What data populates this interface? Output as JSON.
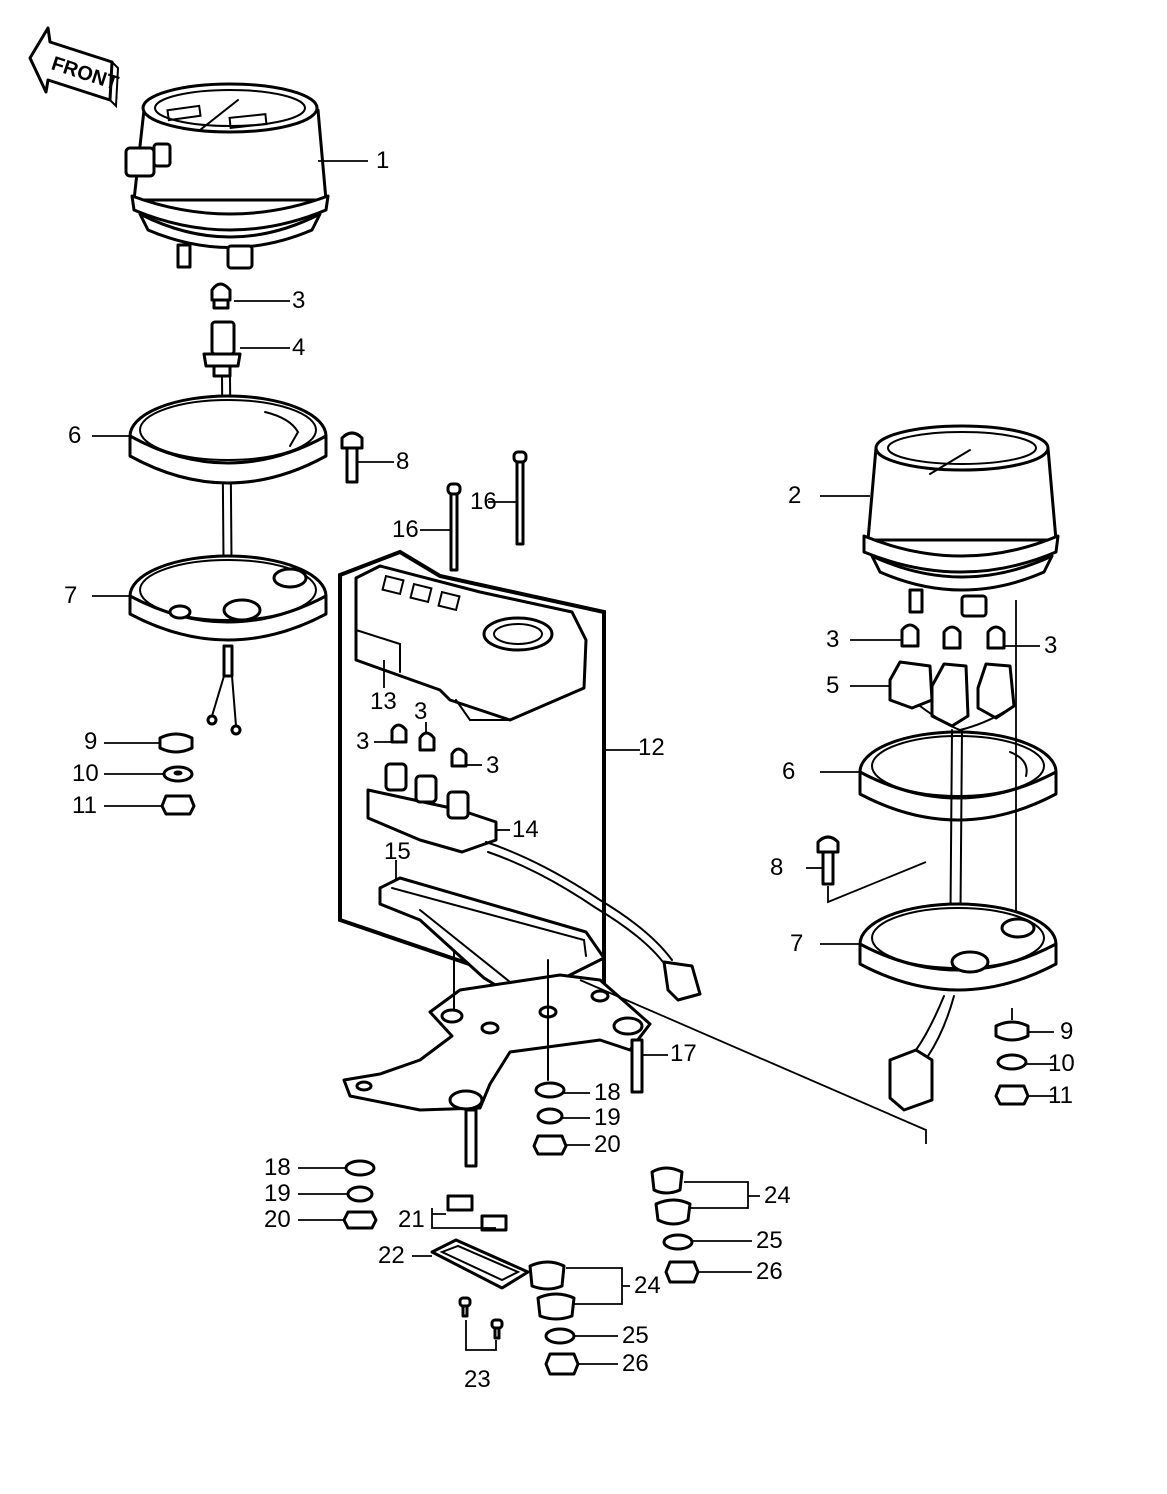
{
  "diagram": {
    "front_label": "FRONT",
    "callouts": {
      "speedometer": "1",
      "tachometer": "2",
      "bulb_speedo": "3",
      "bulb_tacho_left": "3",
      "bulb_tacho_right": "3",
      "bulb_ind_left": "3",
      "bulb_ind_center": "3",
      "bulb_ind_right": "3",
      "socket": "4",
      "socket_tacho": "5",
      "cover_left": "6",
      "cover_right": "6",
      "case_left": "7",
      "case_right": "7",
      "screw_left": "8",
      "screw_right": "8",
      "damper_left": "9",
      "damper_right": "9",
      "washer_left": "10",
      "washer_right": "10",
      "nut_left": "11",
      "nut_right": "11",
      "indicator_assembly": "12",
      "indicator_cover": "13",
      "socket_block": "14",
      "panel_base": "15",
      "bolt_a": "16",
      "bolt_b": "16",
      "stud": "17",
      "damper_center": "18",
      "washer_center": "19",
      "nut_center": "20",
      "damper_lower": "18",
      "washer_lower": "19",
      "nut_lower": "20",
      "grommet": "21",
      "plate": "22",
      "screw_pair": "23",
      "damper_pair_upper": "24",
      "damper_pair_lower": "24",
      "washer_upper": "25",
      "washer_lower2": "25",
      "nut_upper": "26",
      "nut_lower2": "26"
    }
  }
}
